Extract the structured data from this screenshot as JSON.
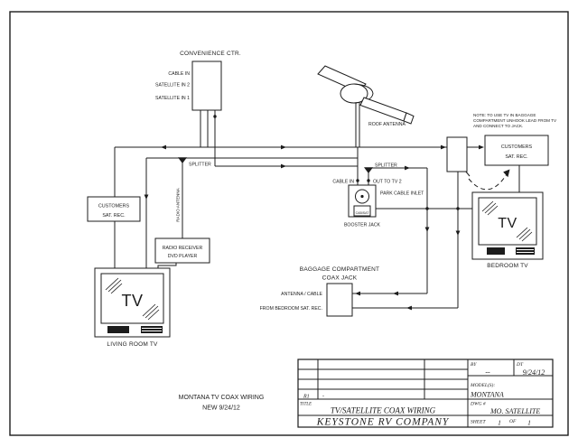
{
  "colors": {
    "ink": "#1c1c1c",
    "paper": "#ffffff"
  },
  "convenience_center": {
    "title": "CONVENIENCE CTR.",
    "port_cable_in": "CABLE IN",
    "port_sat_in_2": "SATELLITE IN 2",
    "port_sat_in_1": "SATELLITE IN 1"
  },
  "roof_antenna": {
    "label": "ROOF ANTENNA"
  },
  "note": {
    "lines": [
      "NOTE: TO USE TV IN BAGGAGE",
      "COMPARTMENT UNHOOK LEAD FROM TV",
      "AND CONNECT TO JACK."
    ]
  },
  "splitters": {
    "left": "SPLITTER",
    "right": "SPLITTER"
  },
  "radio": {
    "antenna_label": "RADIO ANTENNA",
    "receiver_line1": "RADIO RECEIVER",
    "receiver_line2": "DVD PLAYER"
  },
  "customers_sat_rec_left": {
    "line1": "CUSTOMERS",
    "line2": "SAT. REC."
  },
  "customers_sat_rec_right": {
    "line1": "CUSTOMERS",
    "line2": "SAT. REC."
  },
  "booster_jack": {
    "cable_in": "CABLE IN",
    "out_to_tv2": "OUT TO TV 2",
    "park_cable_inlet": "PARK CABLE INLET",
    "cab_sat": "CAB/SAT",
    "label": "BOOSTER JACK"
  },
  "baggage_jack": {
    "title_line1": "BAGGAGE COMPARTMENT",
    "title_line2": "COAX JACK",
    "port1": "ANTENNA / CABLE",
    "port2": "FROM BEDROOM SAT. REC."
  },
  "living_room_tv": {
    "screen": "TV",
    "label": "LIVING ROOM TV"
  },
  "bedroom_tv": {
    "screen": "TV",
    "label": "BEDROOM TV"
  },
  "annotation": {
    "line1": "MONTANA TV COAX WIRING",
    "line2": "NEW 9/24/12"
  },
  "title_block": {
    "by_label": "BY",
    "by_value": "--",
    "dt_label": "DT",
    "dt_value": "9/24/12",
    "models_label": "MODEL(S):",
    "models_value": "MONTANA",
    "rev_id": "R1",
    "rev_desc": "-",
    "title_label": "TITLE",
    "title_value": "TV/SATELLITE COAX WIRING",
    "dwg_label": "DWG #",
    "dwg_value": "MO. SATELLITE",
    "company": "KEYSTONE RV COMPANY",
    "sheet_label": "SHEET",
    "sheet_value": "1",
    "of_label": "OF",
    "of_value": "1"
  }
}
